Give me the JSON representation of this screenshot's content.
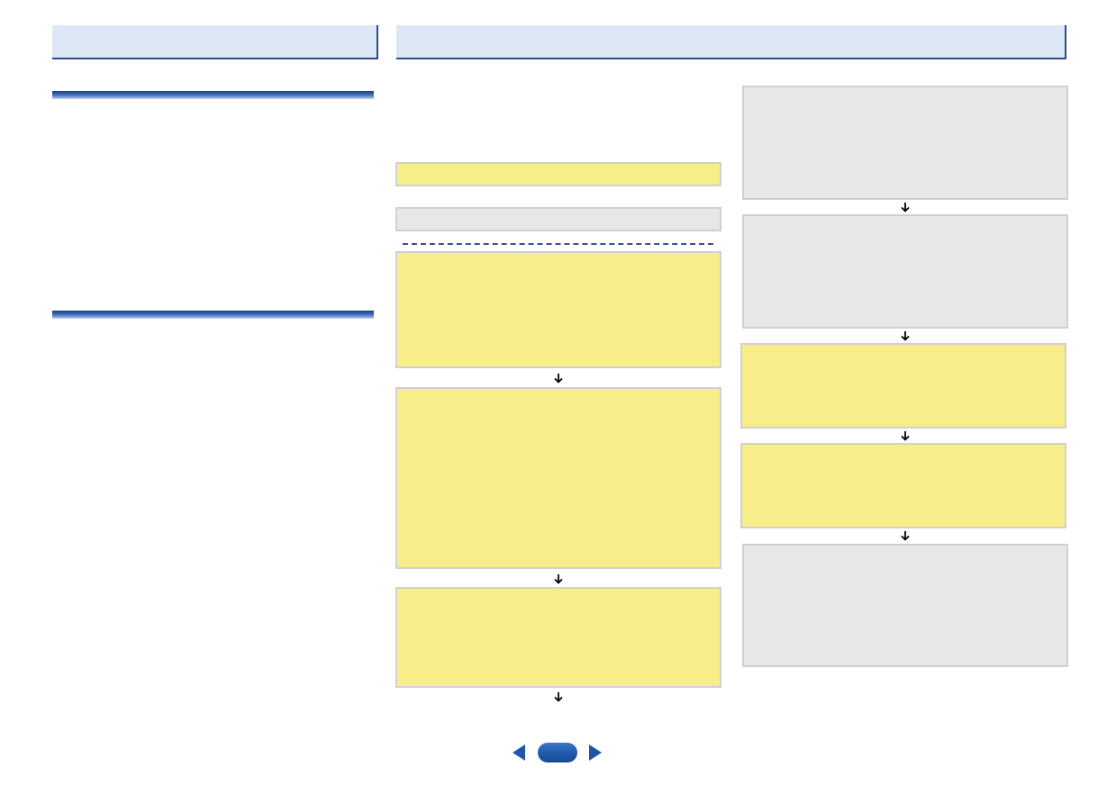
{
  "header": {
    "left_title": "",
    "right_title": ""
  },
  "left_column": {
    "sections": [
      {
        "label": ""
      },
      {
        "label": ""
      }
    ]
  },
  "flow": {
    "intro_text": "",
    "left_boxes": [
      {
        "color": "yellow",
        "text": ""
      },
      {
        "color": "gray",
        "text": ""
      },
      {
        "color": "yellow",
        "text": ""
      },
      {
        "color": "yellow",
        "text": ""
      },
      {
        "color": "yellow",
        "text": ""
      }
    ],
    "right_boxes": [
      {
        "color": "gray",
        "text": ""
      },
      {
        "color": "gray",
        "text": ""
      },
      {
        "color": "yellow",
        "text": ""
      },
      {
        "color": "yellow",
        "text": ""
      },
      {
        "color": "gray",
        "text": ""
      }
    ],
    "arrow_icon": "down-arrow-icon"
  },
  "colors": {
    "header_bg": "#dde8f6",
    "header_border": "#2c4a8c",
    "box_yellow": "#f7ee8a",
    "box_gray": "#e6e7e9",
    "box_border": "#d0d0d0",
    "accent_blue": "#1f56a6"
  },
  "pagination": {
    "prev_icon": "triangle-left-icon",
    "next_icon": "triangle-right-icon",
    "page_label": ""
  }
}
